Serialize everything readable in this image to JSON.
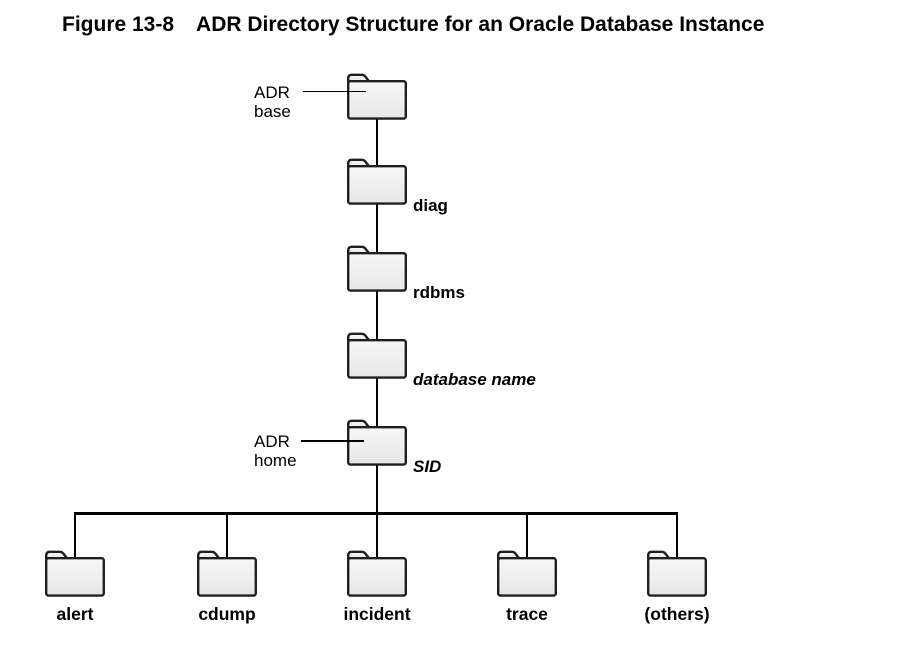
{
  "figure": {
    "label": "Figure 13-8",
    "title": "ADR Directory Structure for an Oracle Database Instance"
  },
  "annotations": {
    "adr_base": {
      "line1": "ADR",
      "line2": "base"
    },
    "adr_home": {
      "line1": "ADR",
      "line2": "home"
    }
  },
  "tree": {
    "levels": [
      {
        "name": "adr-base",
        "label": ""
      },
      {
        "name": "diag",
        "label": "diag"
      },
      {
        "name": "rdbms",
        "label": "rdbms"
      },
      {
        "name": "database-name",
        "label": "database name"
      },
      {
        "name": "sid",
        "label": "SID"
      }
    ],
    "children": [
      {
        "name": "alert",
        "label": "alert"
      },
      {
        "name": "cdump",
        "label": "cdump"
      },
      {
        "name": "incident",
        "label": "incident"
      },
      {
        "name": "trace",
        "label": "trace"
      },
      {
        "name": "others",
        "label": "(others)"
      }
    ]
  },
  "colors": {
    "folder_fill_top": "#f7f7f7",
    "folder_fill_bottom": "#e7e7e7",
    "folder_border": "#1f1f1f",
    "line": "#000000",
    "text": "#000000",
    "background": "#ffffff"
  }
}
